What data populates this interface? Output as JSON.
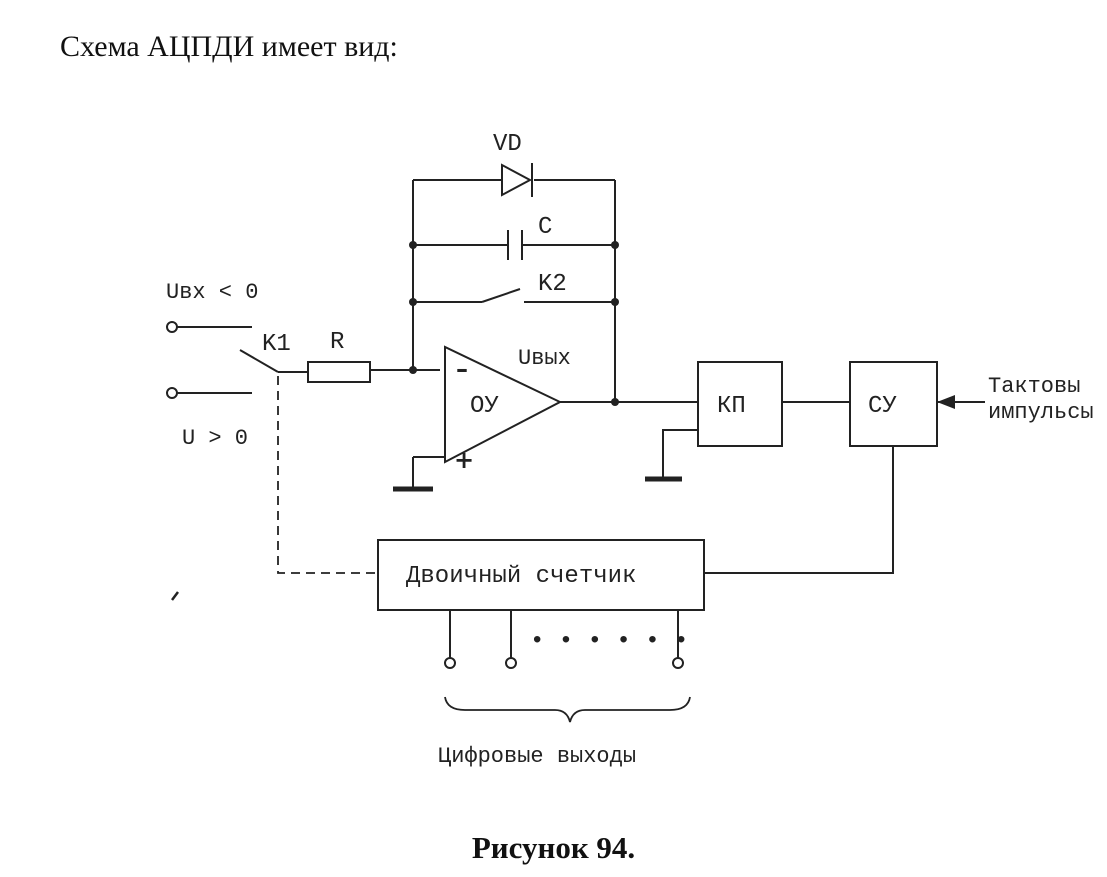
{
  "text": {
    "intro": "Схема АЦПДИ имеет вид:",
    "caption": "Рисунок 94."
  },
  "diagram": {
    "labels": {
      "vd": "VD",
      "c": "C",
      "k2": "K2",
      "k1": "K1",
      "r": "R",
      "u_in_neg": "Uвх < 0",
      "u_in_pos": "U > 0",
      "u_out": "Uвых",
      "minus": "–",
      "plus": "+"
    },
    "blocks": {
      "opamp": "ОУ",
      "kp": "КП",
      "su": "СУ",
      "counter": "Двоичный счетчик"
    },
    "clock": {
      "line1": "Тактовы",
      "line2": "импульсы"
    },
    "outputs_label": "Цифровые выходы",
    "output_dots": "• • • • • •"
  }
}
